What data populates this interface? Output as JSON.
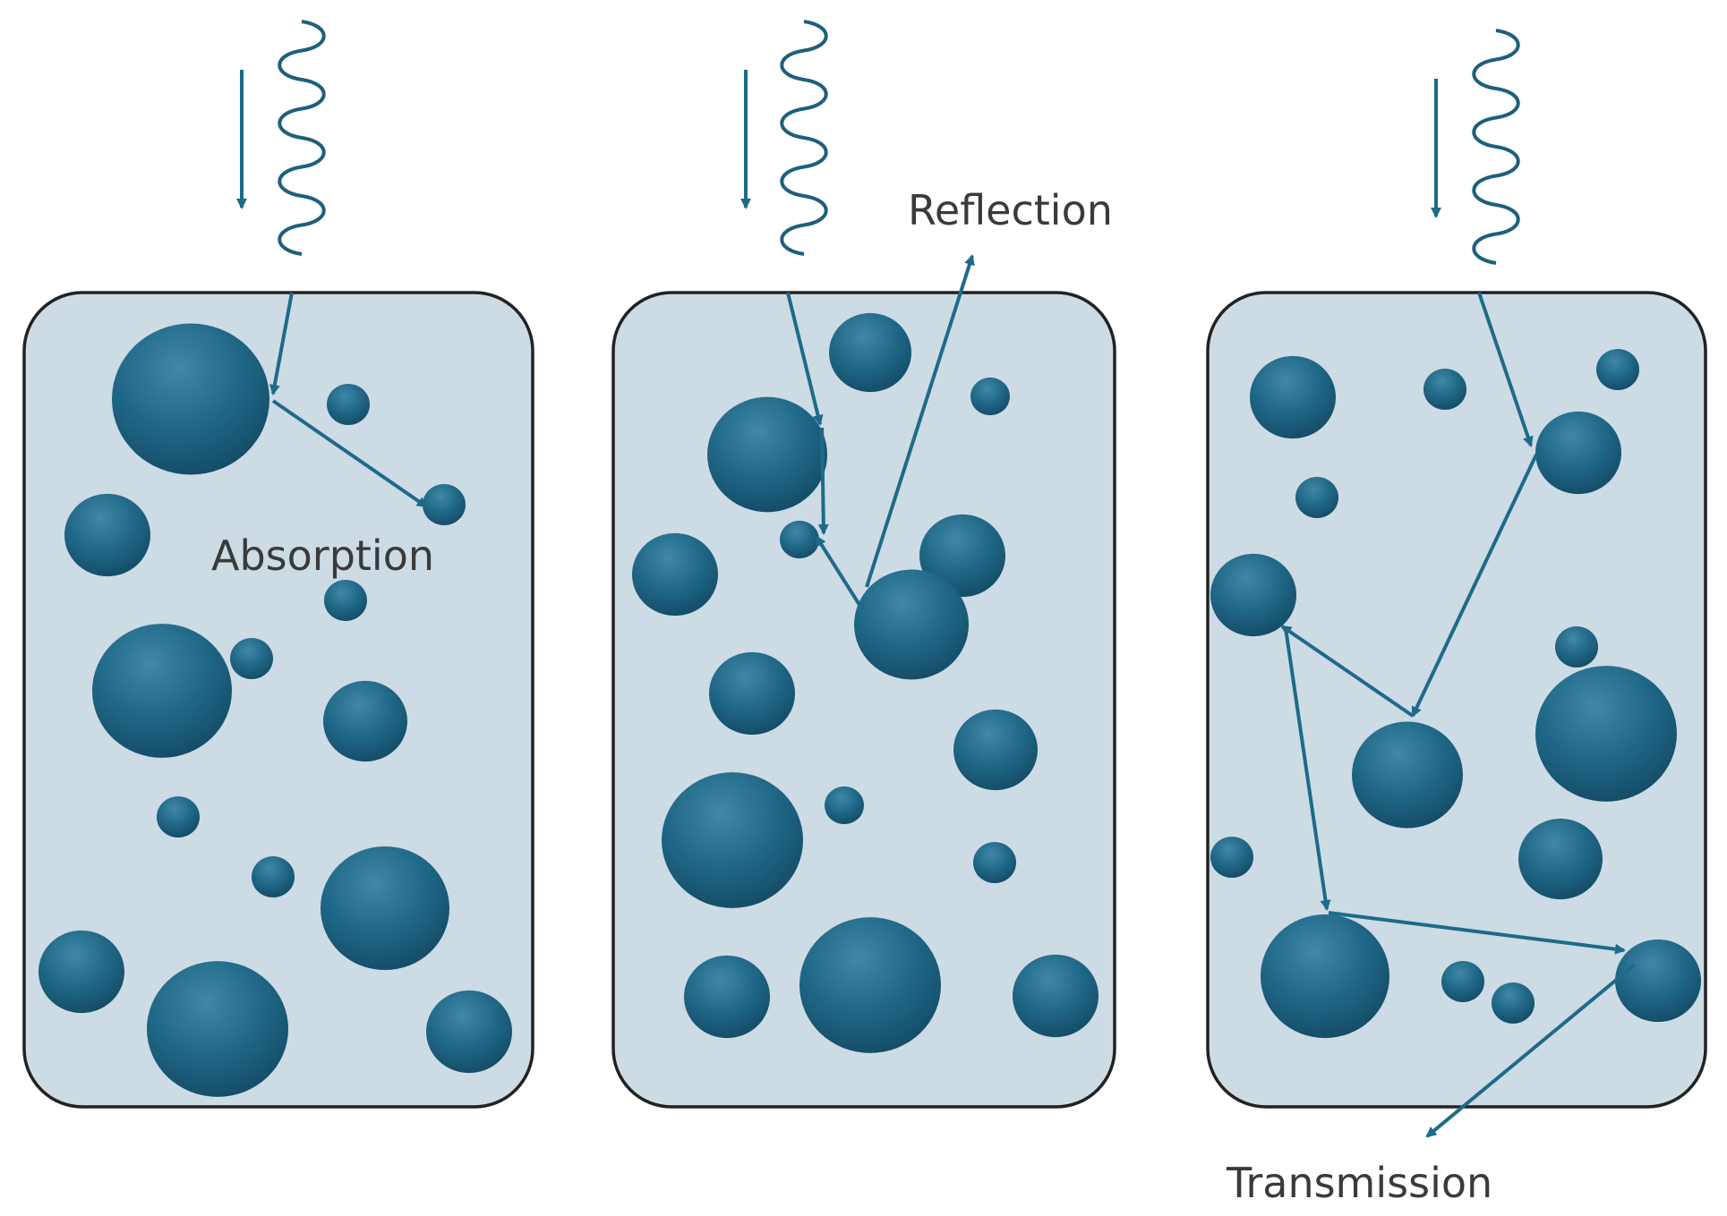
{
  "panels": [
    {
      "id": "absorption",
      "label": "Absorption"
    },
    {
      "id": "reflection",
      "label": "Reflection"
    },
    {
      "id": "transmission",
      "label": "Transmission"
    }
  ],
  "colors": {
    "background": "#ffffff",
    "medium_fill": "#cddbe5",
    "medium_border": "#222222",
    "particle": "#1e6383",
    "ray": "#1e6a8a",
    "label": "#3a3a3a"
  },
  "icons": {
    "incident_light": "wavy-line",
    "incident_direction": "down-arrow"
  }
}
